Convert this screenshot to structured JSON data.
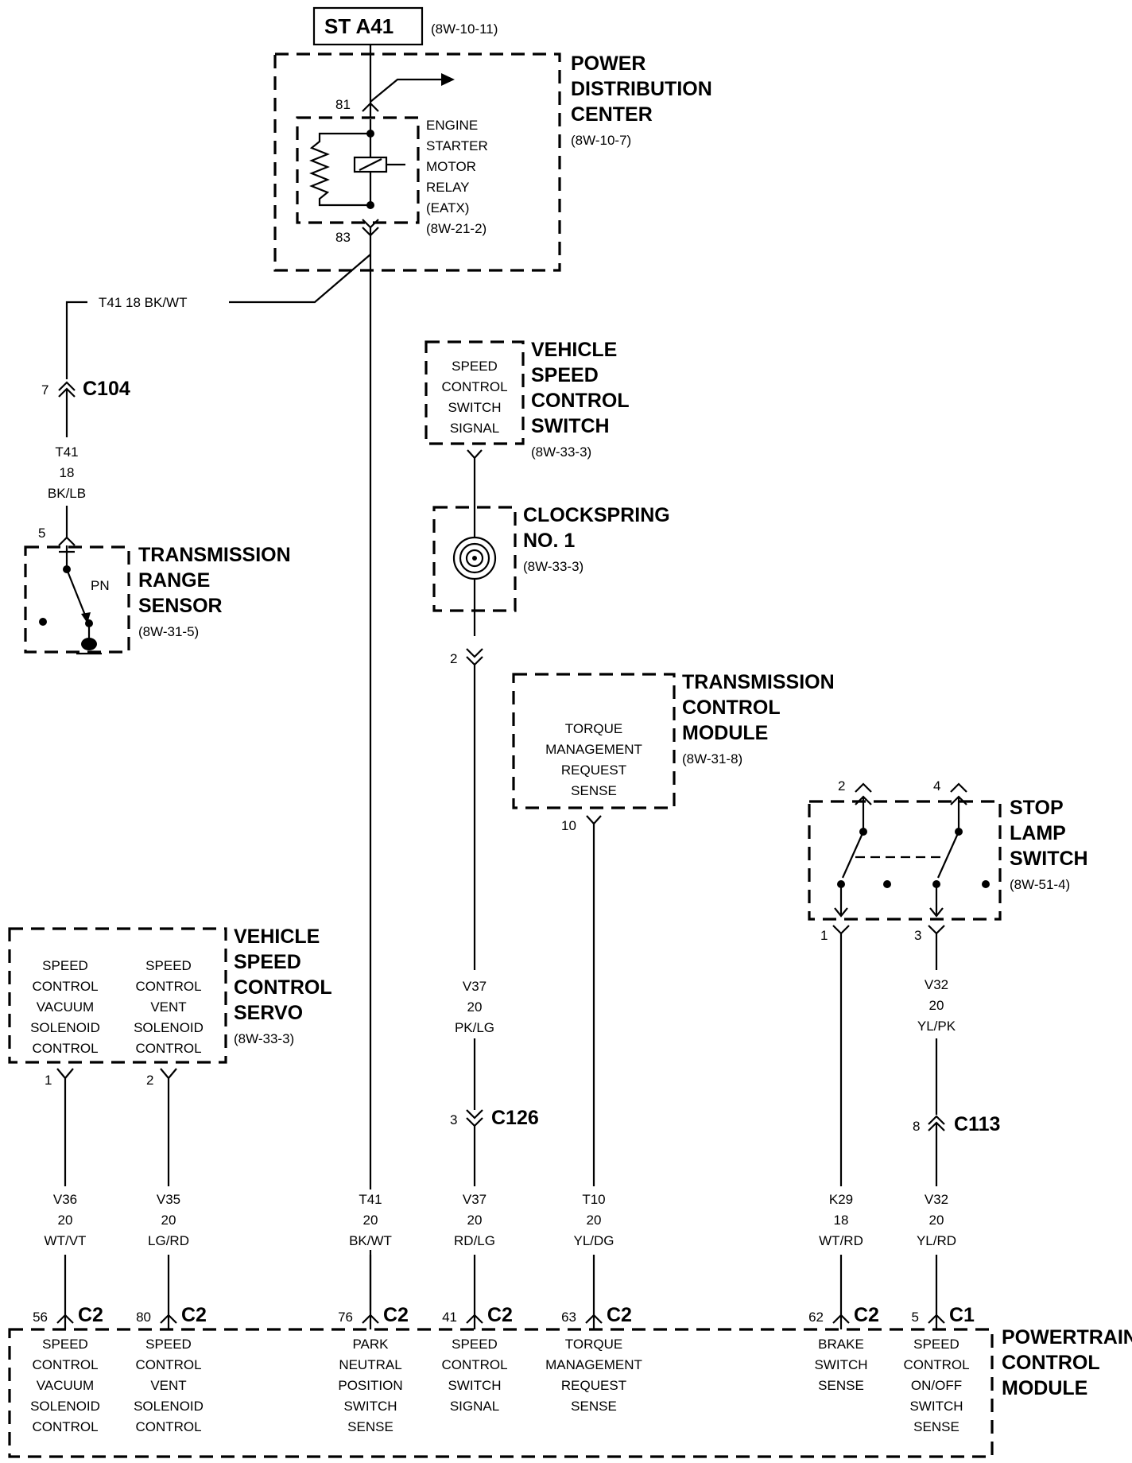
{
  "header": {
    "box": "ST A41",
    "ref": "(8W-10-11)"
  },
  "pdc": {
    "title": [
      "POWER",
      "DISTRIBUTION",
      "CENTER"
    ],
    "ref": "(8W-10-7)",
    "pin_top": "81",
    "pin_bottom": "83",
    "relay": [
      "ENGINE",
      "STARTER",
      "MOTOR",
      "RELAY",
      "(EATX)",
      "(8W-21-2)"
    ]
  },
  "wire_t41_top": "T41   18 BK/WT",
  "c104": {
    "pin": "7",
    "name": "C104"
  },
  "wire_t41_mid": [
    "T41",
    "18",
    "BK/LB"
  ],
  "trs": {
    "title": [
      "TRANSMISSION",
      "RANGE",
      "SENSOR"
    ],
    "ref": "(8W-31-5)",
    "pin": "5",
    "contact": "PN"
  },
  "vscs": {
    "title": [
      "VEHICLE",
      "SPEED",
      "CONTROL",
      "SWITCH"
    ],
    "ref": "(8W-33-3)",
    "content": [
      "SPEED",
      "CONTROL",
      "SWITCH",
      "SIGNAL"
    ]
  },
  "clockspring": {
    "title": [
      "CLOCKSPRING",
      "NO. 1"
    ],
    "ref": "(8W-33-3)",
    "pin": "2"
  },
  "tcm": {
    "title": [
      "TRANSMISSION",
      "CONTROL",
      "MODULE"
    ],
    "ref": "(8W-31-8)",
    "content": [
      "TORQUE",
      "MANAGEMENT",
      "REQUEST",
      "SENSE"
    ],
    "pin": "10"
  },
  "stop_lamp": {
    "title": [
      "STOP",
      "LAMP",
      "SWITCH"
    ],
    "ref": "(8W-51-4)",
    "pins_top": [
      "2",
      "4"
    ],
    "pins_bottom": [
      "1",
      "3"
    ]
  },
  "servo": {
    "title": [
      "VEHICLE",
      "SPEED",
      "CONTROL",
      "SERVO"
    ],
    "ref": "(8W-33-3)",
    "left": [
      "SPEED",
      "CONTROL",
      "VACUUM",
      "SOLENOID",
      "CONTROL"
    ],
    "right": [
      "SPEED",
      "CONTROL",
      "VENT",
      "SOLENOID",
      "CONTROL"
    ],
    "pins": [
      "1",
      "2"
    ]
  },
  "wire_v37_upper": [
    "V37",
    "20",
    "PK/LG"
  ],
  "wire_v32_upper": [
    "V32",
    "20",
    "YL/PK"
  ],
  "c126": {
    "pin": "3",
    "name": "C126"
  },
  "c113": {
    "pin": "8",
    "name": "C113"
  },
  "wires_lower": [
    [
      "V36",
      "20",
      "WT/VT"
    ],
    [
      "V35",
      "20",
      "LG/RD"
    ],
    [
      "T41",
      "20",
      "BK/WT"
    ],
    [
      "V37",
      "20",
      "RD/LG"
    ],
    [
      "T10",
      "20",
      "YL/DG"
    ],
    [
      "K29",
      "18",
      "WT/RD"
    ],
    [
      "V32",
      "20",
      "YL/RD"
    ]
  ],
  "pcm": {
    "title": [
      "POWERTRAIN",
      "CONTROL",
      "MODULE"
    ],
    "pins": [
      {
        "pin": "56",
        "conn": "C2",
        "label": [
          "SPEED",
          "CONTROL",
          "VACUUM",
          "SOLENOID",
          "CONTROL"
        ]
      },
      {
        "pin": "80",
        "conn": "C2",
        "label": [
          "SPEED",
          "CONTROL",
          "VENT",
          "SOLENOID",
          "CONTROL"
        ]
      },
      {
        "pin": "76",
        "conn": "C2",
        "label": [
          "PARK",
          "NEUTRAL",
          "POSITION",
          "SWITCH",
          "SENSE"
        ]
      },
      {
        "pin": "41",
        "conn": "C2",
        "label": [
          "SPEED",
          "CONTROL",
          "SWITCH",
          "SIGNAL"
        ]
      },
      {
        "pin": "63",
        "conn": "C2",
        "label": [
          "TORQUE",
          "MANAGEMENT",
          "REQUEST",
          "SENSE"
        ]
      },
      {
        "pin": "62",
        "conn": "C2",
        "label": [
          "BRAKE",
          "SWITCH",
          "SENSE"
        ]
      },
      {
        "pin": "5",
        "conn": "C1",
        "label": [
          "SPEED",
          "CONTROL",
          "ON/OFF",
          "SWITCH",
          "SENSE"
        ]
      }
    ]
  }
}
